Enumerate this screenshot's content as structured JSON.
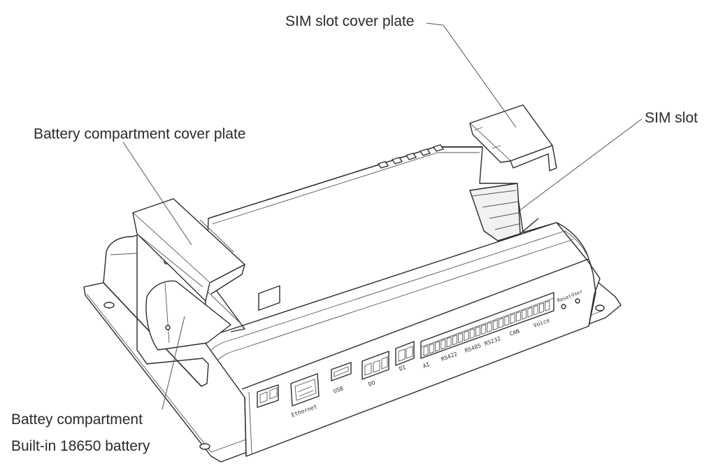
{
  "labels": {
    "sim_cover": "SIM slot cover plate",
    "sim_slot": "SIM slot",
    "battery_cover": "Battery compartment cover plate",
    "battery_compartment": "Battey compartment",
    "battery_type": "Built-in 18650 battery"
  },
  "ports": {
    "ethernet": "Ethernet",
    "usb": "USB",
    "do": "DO",
    "di": "DI",
    "ai": "AI",
    "rs422": "RS422",
    "rs485": "RS485",
    "rs232": "RS232",
    "can": "CAN",
    "voice": "Voice",
    "reset": "Reset",
    "user": "User"
  }
}
